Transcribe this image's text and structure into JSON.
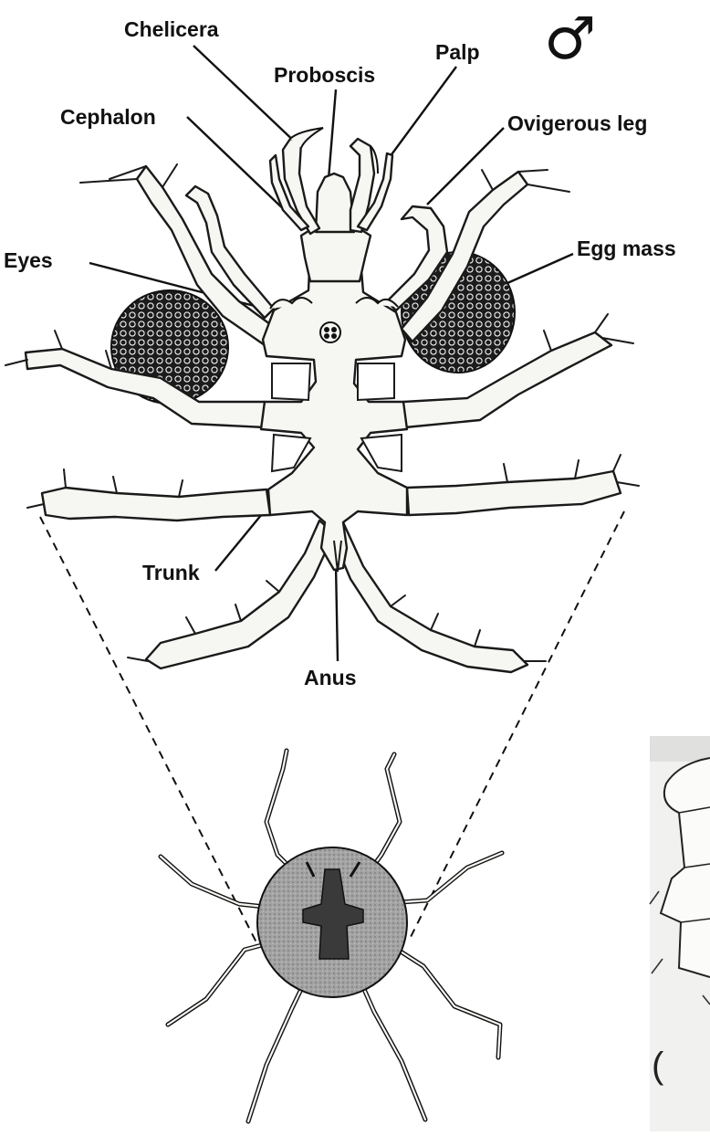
{
  "labels": {
    "chelicera": "Chelicera",
    "palp": "Palp",
    "proboscis": "Proboscis",
    "cephalon": "Cephalon",
    "ovigerous_leg": "Ovigerous leg",
    "eyes": "Eyes",
    "egg_mass": "Egg mass",
    "trunk": "Trunk",
    "anus": "Anus"
  },
  "symbols": {
    "male": "♂"
  },
  "colors": {
    "ink": "#111111",
    "body_fill": "#f6f6f2",
    "egg_fill": "#1c1c1c",
    "loupe_fill": "#9a9a9a"
  }
}
